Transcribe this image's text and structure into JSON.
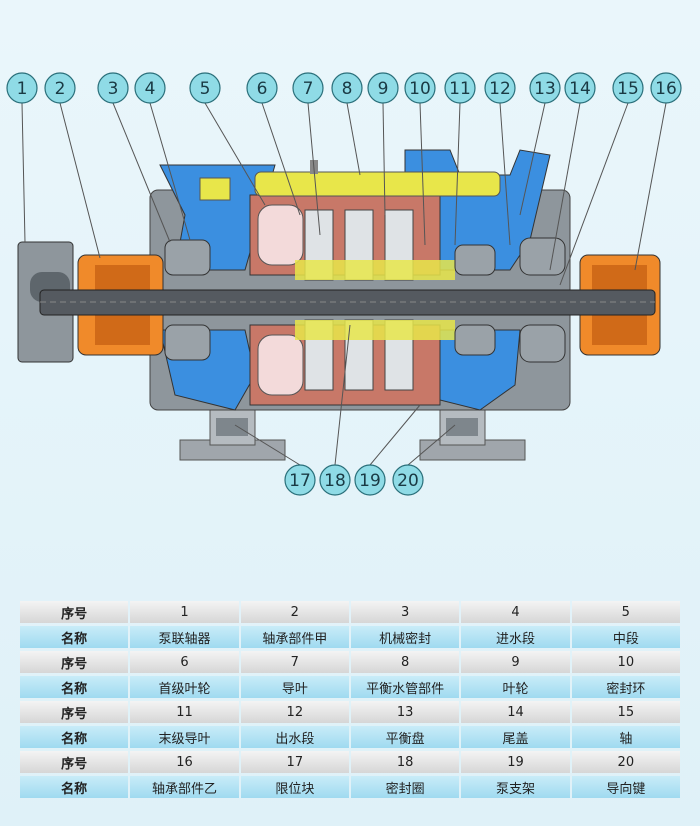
{
  "callouts": [
    "1",
    "2",
    "3",
    "4",
    "5",
    "6",
    "7",
    "8",
    "9",
    "10",
    "11",
    "12",
    "13",
    "14",
    "15",
    "16",
    "17",
    "18",
    "19",
    "20"
  ],
  "table": {
    "rows": [
      {
        "type": "num",
        "head": "序号",
        "cells": [
          "1",
          "2",
          "3",
          "4",
          "5"
        ]
      },
      {
        "type": "name",
        "head": "名称",
        "cells": [
          "泵联轴器",
          "轴承部件甲",
          "机械密封",
          "进水段",
          "中段"
        ]
      },
      {
        "type": "num",
        "head": "序号",
        "cells": [
          "6",
          "7",
          "8",
          "9",
          "10"
        ]
      },
      {
        "type": "name",
        "head": "名称",
        "cells": [
          "首级叶轮",
          "导叶",
          "平衡水管部件",
          "叶轮",
          "密封环"
        ]
      },
      {
        "type": "num",
        "head": "序号",
        "cells": [
          "11",
          "12",
          "13",
          "14",
          "15"
        ]
      },
      {
        "type": "name",
        "head": "名称",
        "cells": [
          "末级导叶",
          "出水段",
          "平衡盘",
          "尾盖",
          "轴"
        ]
      },
      {
        "type": "num",
        "head": "序号",
        "cells": [
          "16",
          "17",
          "18",
          "19",
          "20"
        ]
      },
      {
        "type": "name",
        "head": "名称",
        "cells": [
          "轴承部件乙",
          "限位块",
          "密封圈",
          "泵支架",
          "导向键"
        ]
      }
    ]
  },
  "colors": {
    "callout_fill": "#8fdbe6",
    "shaft": "#555a60",
    "casing_blue": "#3b8fe0",
    "impeller_red": "#c87868",
    "bearing_orange": "#f08a2a",
    "guide_yellow": "#e8e64a",
    "base_gray": "#a0a6ac"
  }
}
